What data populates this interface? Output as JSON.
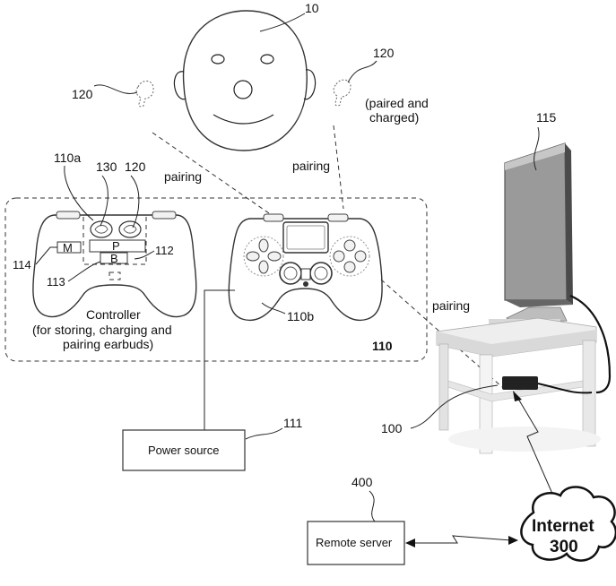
{
  "labels": {
    "user_ref": "10",
    "earbud_left_ref": "120",
    "earbud_right_ref": "120",
    "earbud_status": "(paired and\ncharged)",
    "tv_ref": "115",
    "pairing_left": "pairing",
    "pairing_right": "pairing",
    "pairing_tv": "pairing",
    "ctrl_a_ref": "110a",
    "ctrl_130_ref": "130",
    "ctrl_120_ref": "120",
    "ctrl_m": "M",
    "ctrl_p": "P",
    "ctrl_b": "B",
    "ref_114": "114",
    "ref_112": "112",
    "ref_113": "113",
    "controller_title": "Controller",
    "controller_desc": "(for storing, charging and\npairing earbuds)",
    "ctrl_b_ref": "110b",
    "group_ref": "110",
    "power_source": "Power source",
    "power_ref": "111",
    "console_ref": "100",
    "server_ref": "400",
    "remote_server": "Remote server",
    "internet": "Internet",
    "internet_num": "300"
  }
}
